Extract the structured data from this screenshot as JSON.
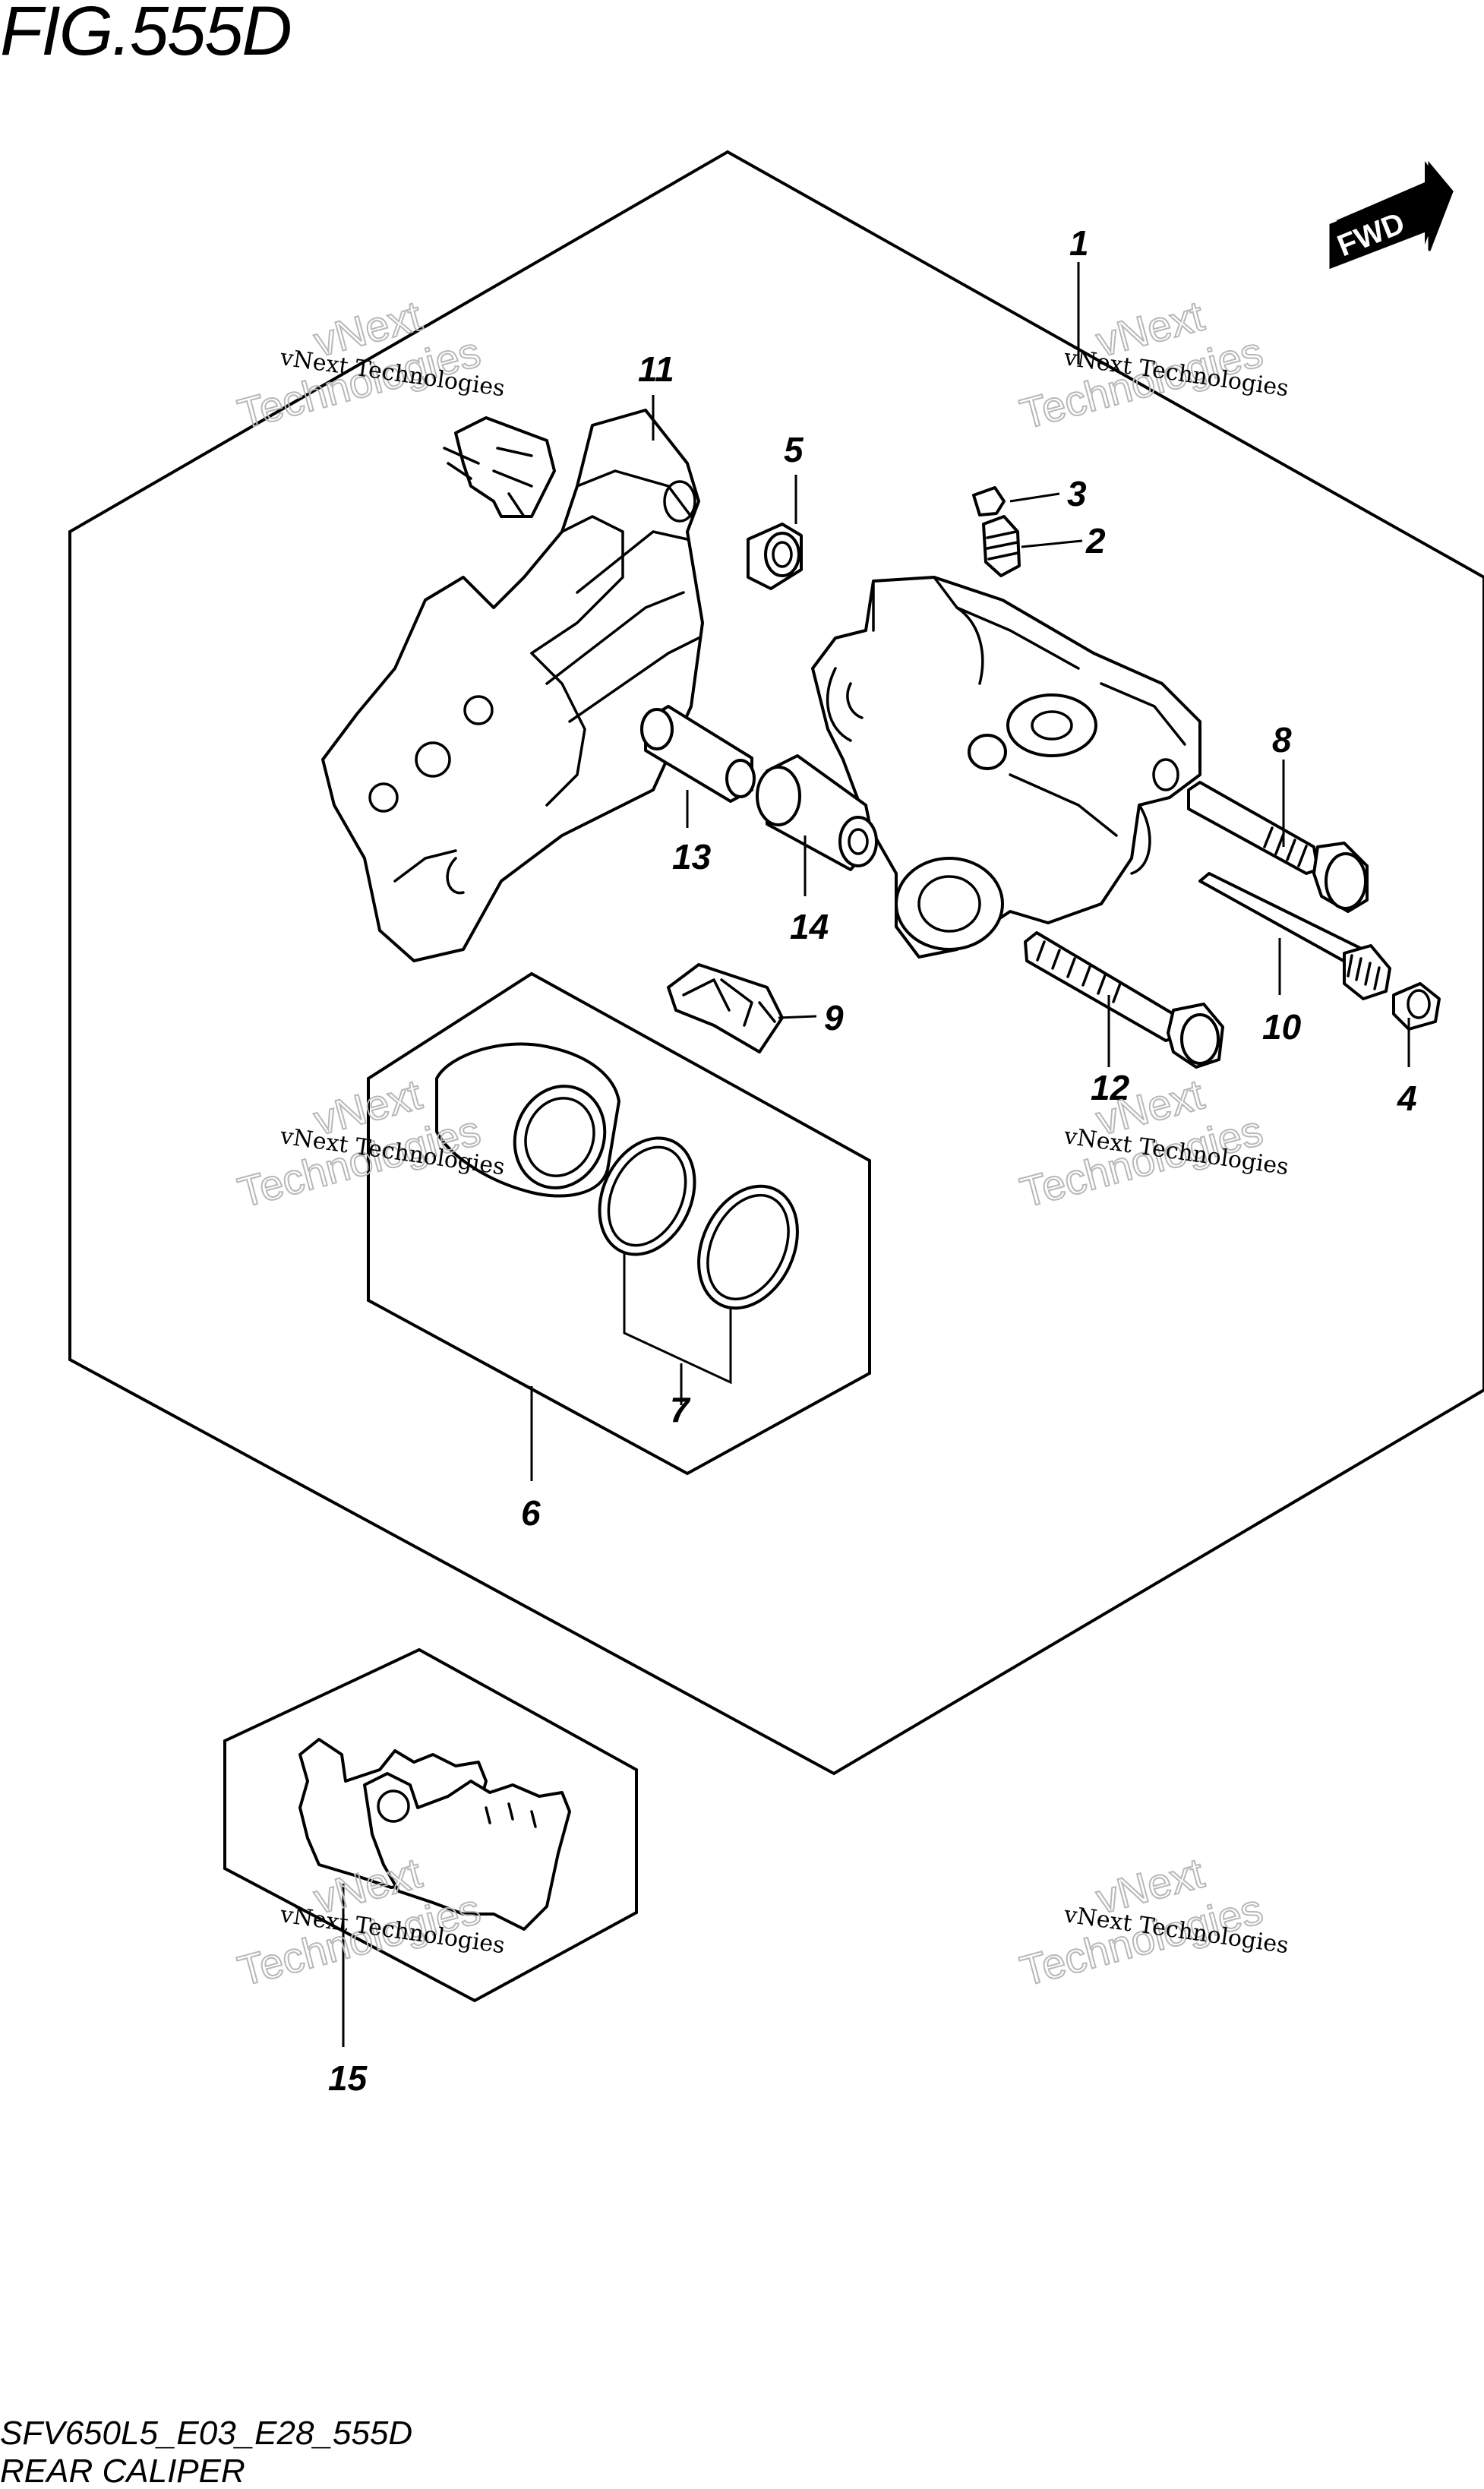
{
  "figure": {
    "title": "FIG.555D",
    "code": "SFV650L5_E03_E28_555D",
    "name": "REAR CALIPER"
  },
  "fwd_label": "FWD",
  "watermark": {
    "line1": "vNext Technologies",
    "line2": "vNext",
    "line3": "Technologies"
  },
  "callouts": [
    "1",
    "2",
    "3",
    "4",
    "5",
    "6",
    "7",
    "8",
    "9",
    "10",
    "11",
    "12",
    "13",
    "14",
    "15"
  ]
}
